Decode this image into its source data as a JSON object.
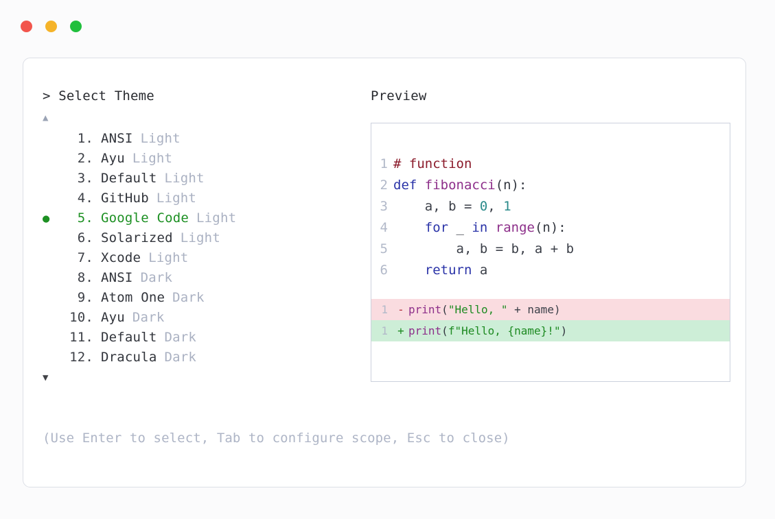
{
  "window": {
    "buttons": [
      {
        "name": "close",
        "color": "#f2554c"
      },
      {
        "name": "minimize",
        "color": "#f5b329"
      },
      {
        "name": "maximize",
        "color": "#20bf3d"
      }
    ]
  },
  "selector": {
    "prompt": "> Select Theme",
    "scroll_up_icon": "▲",
    "scroll_down_icon": "▼",
    "selected_index": 5,
    "selected_bullet": "●",
    "accent_color": "#1d9023",
    "items": [
      {
        "index": "1.",
        "name": "ANSI",
        "variant": "Light",
        "selected": false
      },
      {
        "index": "2.",
        "name": "Ayu",
        "variant": "Light",
        "selected": false
      },
      {
        "index": "3.",
        "name": "Default",
        "variant": "Light",
        "selected": false
      },
      {
        "index": "4.",
        "name": "GitHub",
        "variant": "Light",
        "selected": false
      },
      {
        "index": "5.",
        "name": "Google Code",
        "variant": "Light",
        "selected": true
      },
      {
        "index": "6.",
        "name": "Solarized",
        "variant": "Light",
        "selected": false
      },
      {
        "index": "7.",
        "name": "Xcode",
        "variant": "Light",
        "selected": false
      },
      {
        "index": "8.",
        "name": "ANSI",
        "variant": "Dark",
        "selected": false
      },
      {
        "index": "9.",
        "name": "Atom One",
        "variant": "Dark",
        "selected": false
      },
      {
        "index": "10.",
        "name": "Ayu",
        "variant": "Dark",
        "selected": false
      },
      {
        "index": "11.",
        "name": "Default",
        "variant": "Dark",
        "selected": false
      },
      {
        "index": "12.",
        "name": "Dracula",
        "variant": "Dark",
        "selected": false
      }
    ]
  },
  "preview": {
    "title": "Preview",
    "code_lines": [
      {
        "num": "1",
        "tokens": [
          {
            "t": "# function",
            "c": "c-com"
          }
        ]
      },
      {
        "num": "2",
        "tokens": [
          {
            "t": "def ",
            "c": "c-kw"
          },
          {
            "t": "fibonacci",
            "c": "c-fn"
          },
          {
            "t": "(n):",
            "c": "c-pun"
          }
        ]
      },
      {
        "num": "3",
        "tokens": [
          {
            "t": "    a, b = ",
            "c": "c-var"
          },
          {
            "t": "0",
            "c": "c-num"
          },
          {
            "t": ", ",
            "c": "c-var"
          },
          {
            "t": "1",
            "c": "c-num"
          }
        ]
      },
      {
        "num": "4",
        "tokens": [
          {
            "t": "    ",
            "c": "c-var"
          },
          {
            "t": "for",
            "c": "c-kw"
          },
          {
            "t": " _ ",
            "c": "c-var"
          },
          {
            "t": "in",
            "c": "c-kw"
          },
          {
            "t": " ",
            "c": "c-var"
          },
          {
            "t": "range",
            "c": "c-fn"
          },
          {
            "t": "(n):",
            "c": "c-pun"
          }
        ]
      },
      {
        "num": "5",
        "tokens": [
          {
            "t": "        a, b = b, a + b",
            "c": "c-var"
          }
        ]
      },
      {
        "num": "6",
        "tokens": [
          {
            "t": "    ",
            "c": "c-var"
          },
          {
            "t": "return",
            "c": "c-kw"
          },
          {
            "t": " a",
            "c": "c-var"
          }
        ]
      }
    ],
    "diff_lines": [
      {
        "num": "1",
        "marker": "-",
        "kind": "del",
        "tokens": [
          {
            "t": "print",
            "c": "c-fn"
          },
          {
            "t": "(",
            "c": "c-pun"
          },
          {
            "t": "\"Hello, \"",
            "c": "c-str"
          },
          {
            "t": " + name)",
            "c": "c-var"
          }
        ]
      },
      {
        "num": "1",
        "marker": "+",
        "kind": "add",
        "tokens": [
          {
            "t": "print",
            "c": "c-fn"
          },
          {
            "t": "(",
            "c": "c-pun"
          },
          {
            "t": "f\"Hello, {name}!\"",
            "c": "c-str"
          },
          {
            "t": ")",
            "c": "c-pun"
          }
        ]
      }
    ]
  },
  "hint": "(Use Enter to select, Tab to configure scope, Esc to close)"
}
